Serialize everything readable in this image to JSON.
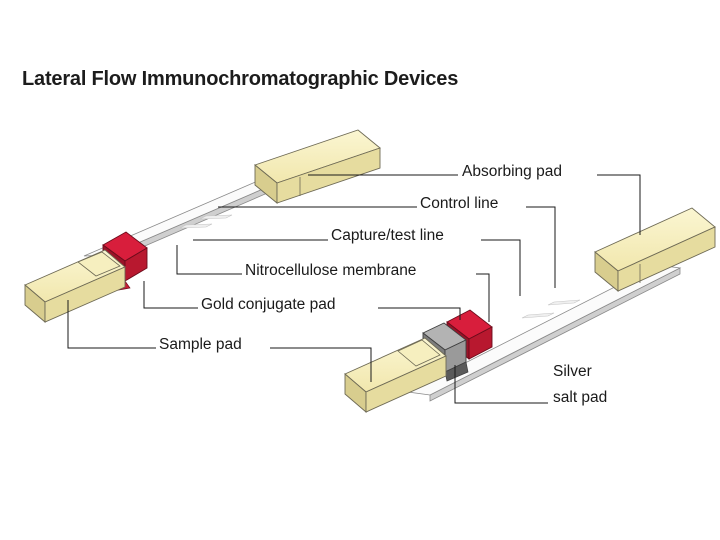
{
  "title": "Lateral Flow Immunochromatographic Devices",
  "labels": {
    "absorbing_pad": "Absorbing pad",
    "control_line": "Control line",
    "capture_test_line": "Capture/test line",
    "nitrocellulose_membrane": "Nitrocellulose membrane",
    "gold_conjugate_pad": "Gold conjugate pad",
    "sample_pad": "Sample pad",
    "silver_line1": "Silver",
    "silver_line2": "salt pad"
  },
  "colors": {
    "pad_top": "#f8f1c0",
    "pad_side": "#d8cd8e",
    "strip_top": "#fbfbfb",
    "strip_side": "#cfcfcf",
    "gold_top": "#d81e3c",
    "gold_side": "#9a1328",
    "silver_top": "#b3b3b3",
    "silver_side": "#7d7d7d",
    "outline": "#6e6a55"
  }
}
